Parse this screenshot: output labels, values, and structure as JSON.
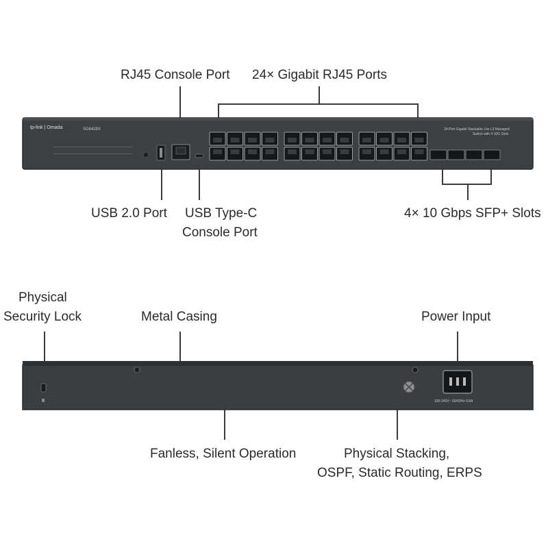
{
  "front": {
    "brand": "tp-link | Omada",
    "model": "SG6428X",
    "description_line1": "24-Port Gigabit Stackable Lite L3 Managed",
    "description_line2": "Switch with 4 10G Slots",
    "callouts": {
      "rj45_console": "RJ45 Console Port",
      "gigabit_ports": "24× Gigabit RJ45 Ports",
      "usb20": "USB 2.0 Port",
      "usbc_line1": "USB Type-C",
      "usbc_line2": "Console Port",
      "sfp_slots": "4× 10 Gbps SFP+ Slots"
    }
  },
  "rear": {
    "power_rating": "100-240V~ 50/60Hz 0.8A",
    "callouts": {
      "security_line1": "Physical",
      "security_line2": "Security Lock",
      "metal_casing": "Metal Casing",
      "power_input": "Power Input",
      "fanless": "Fanless, Silent Operation",
      "stacking_line1": "Physical Stacking,",
      "stacking_line2": "OSPF, Static Routing, ERPS"
    }
  }
}
